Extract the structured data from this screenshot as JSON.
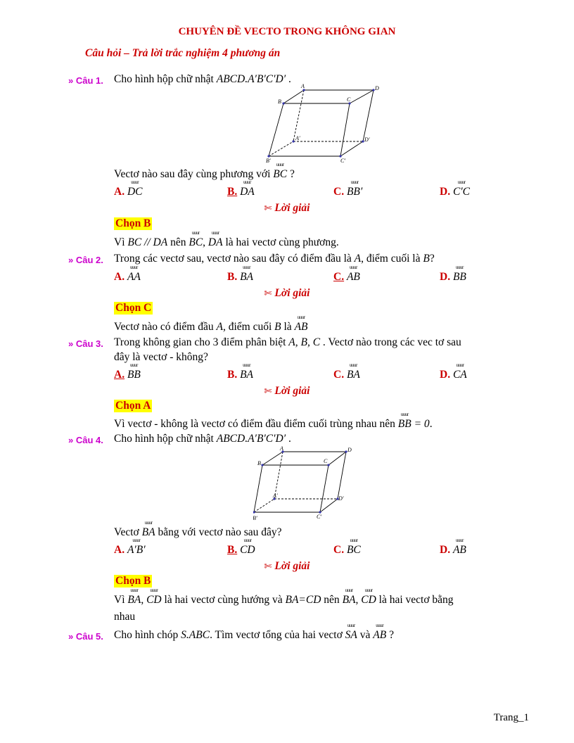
{
  "title": "CHUYÊN ĐỀ  VECTO TRONG KHÔNG GIAN",
  "subtitle": "Câu hỏi – Trả lời trắc nghiệm 4 phương án",
  "solution_label": "Lời giải",
  "q1": {
    "num": "» Câu 1.",
    "text_a": "Cho hình hộp chữ nhật ",
    "text_math": "ABCD.A′B′C′D′",
    "text_b": " .",
    "prompt_a": "Vectơ nào sau đây cùng phương với ",
    "prompt_vec": "BC",
    "prompt_b": " ?",
    "options": [
      {
        "label": "A.",
        "value": "DC"
      },
      {
        "label": "B.",
        "value": "DA"
      },
      {
        "label": "C.",
        "value": "BB′"
      },
      {
        "label": "D.",
        "value": "C′C"
      }
    ],
    "choice": "Chọn B",
    "exp_a": "Vì ",
    "exp_math": "BC // DA",
    "exp_b": "  nên ",
    "exp_v1": "BC",
    "exp_c": ", ",
    "exp_v2": "DA",
    "exp_d": " là hai vectơ cùng phương."
  },
  "q2": {
    "num": "» Câu 2.",
    "text_a": "Trong các vectơ sau, vectơ nào sau đây có điểm đầu là ",
    "text_m1": "A",
    "text_b": ", điểm cuối là ",
    "text_m2": "B",
    "text_c": "?",
    "options": [
      {
        "label": "A.",
        "value": "AA"
      },
      {
        "label": "B.",
        "value": "BA"
      },
      {
        "label": "C.",
        "value": "AB"
      },
      {
        "label": "D.",
        "value": "BB"
      }
    ],
    "choice": "Chọn C",
    "exp_a": "Vectơ nào có điểm đầu ",
    "exp_m1": "A",
    "exp_b": ", điểm cuối ",
    "exp_m2": "B",
    "exp_c": " là ",
    "exp_v": "AB"
  },
  "q3": {
    "num": "» Câu 3.",
    "line1_a": "Trong không gian cho 3 điểm phân biệt ",
    "line1_m": "A,  B,  C",
    "line1_b": " . Vectơ nào trong các vec tơ sau",
    "line2": "đây là vectơ - không?",
    "options": [
      {
        "label": "A.",
        "value": "BB"
      },
      {
        "label": "B.",
        "value": "BA"
      },
      {
        "label": "C.",
        "value": "BA"
      },
      {
        "label": "D.",
        "value": "CA"
      }
    ],
    "choice": "Chọn A",
    "exp_a": "Vì vectơ - không là vectơ có điểm đầu điểm cuối trùng nhau nên ",
    "exp_v": "BB",
    "exp_b": " = 0",
    "exp_c": "."
  },
  "q4": {
    "num": "» Câu 4.",
    "text_a": "Cho hình hộp chữ nhật ",
    "text_math": "ABCD.A′B′C′D′",
    "text_b": " .",
    "prompt_a": "Vectơ ",
    "prompt_vec": "BA",
    "prompt_b": " bằng với vectơ nào sau đây?",
    "options": [
      {
        "label": "A.",
        "value": "A′B′"
      },
      {
        "label": "B.",
        "value": "CD"
      },
      {
        "label": "C.",
        "value": "BC"
      },
      {
        "label": "D.",
        "value": "AB"
      }
    ],
    "choice": "Chọn B",
    "exp_a": "Vì ",
    "exp_v1": "BA",
    "exp_b": ", ",
    "exp_v2": "CD",
    "exp_c": " là hai vectơ cùng hướng và ",
    "exp_m": "BA=CD",
    "exp_d": " nên ",
    "exp_v3": "BA",
    "exp_e": ", ",
    "exp_v4": "CD",
    "exp_f": " là hai vectơ bằng",
    "exp_line2": "nhau"
  },
  "q5": {
    "num": "» Câu 5.",
    "text_a": "Cho hình chóp ",
    "text_math": "S.ABC",
    "text_b": ". Tìm vectơ tổng của hai vectơ ",
    "v1": "SA",
    "text_c": " và ",
    "v2": "AB",
    "text_d": " ?"
  },
  "figure_labels": {
    "A": "A",
    "B": "B",
    "C": "C",
    "D": "D",
    "A1": "A′",
    "B1": "B′",
    "C1": "C′",
    "D1": "D′"
  },
  "footer": "Trang_1"
}
